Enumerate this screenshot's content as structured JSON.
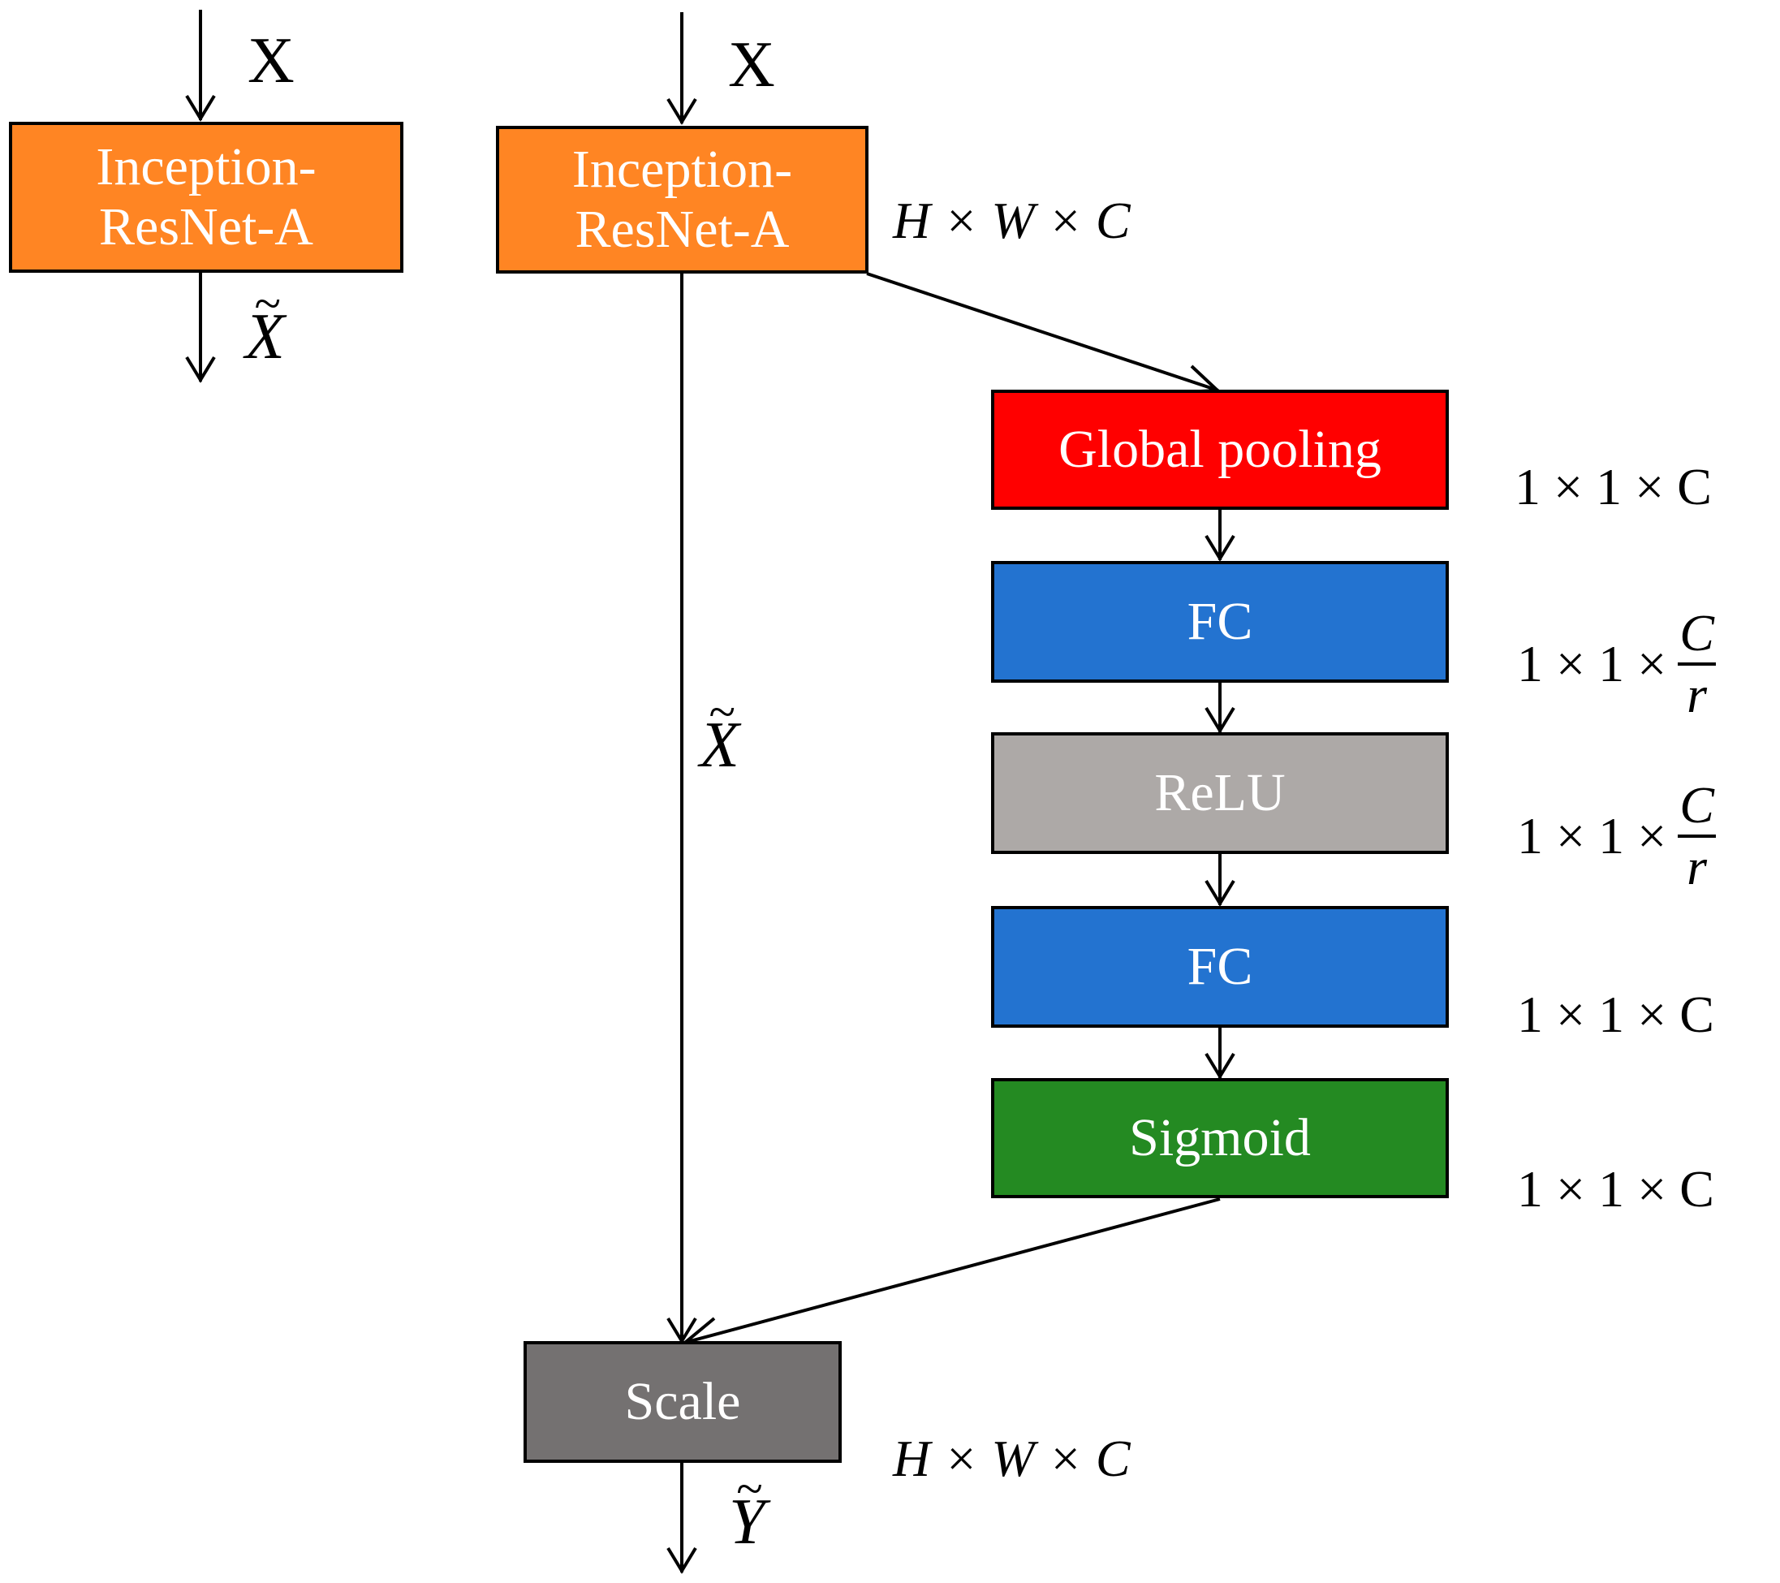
{
  "colors": {
    "inception": "#FF8523",
    "global_pooling": "#FF0000",
    "fc": "#2373D0",
    "relu": "#ADA9A7",
    "sigmoid": "#248A22",
    "scale": "#747171",
    "line": "#000000"
  },
  "left_block": {
    "input_label": "X",
    "box_line1": "Inception-",
    "box_line2": "ResNet-A",
    "output_label": "X"
  },
  "main_block": {
    "input_label": "X",
    "box_line1": "Inception-",
    "box_line2": "ResNet-A",
    "output_dim": "H × W × C",
    "skip_label": "X"
  },
  "se_stack": [
    {
      "id": "global-pooling",
      "label": "Global pooling",
      "dim": "1 × 1 × C",
      "fraction": false
    },
    {
      "id": "fc-1",
      "label": "FC",
      "dim": "1 × 1 ×",
      "fraction": true,
      "numerator": "C",
      "denominator": "r"
    },
    {
      "id": "relu",
      "label": "ReLU",
      "dim": "1 × 1 ×",
      "fraction": true,
      "numerator": "C",
      "denominator": "r"
    },
    {
      "id": "fc-2",
      "label": "FC",
      "dim": "1 × 1 × C",
      "fraction": false
    },
    {
      "id": "sigmoid",
      "label": "Sigmoid",
      "dim": "1 × 1 × C",
      "fraction": false
    }
  ],
  "scale_block": {
    "label": "Scale",
    "dim": "H × W × C",
    "output_label": "Y"
  }
}
